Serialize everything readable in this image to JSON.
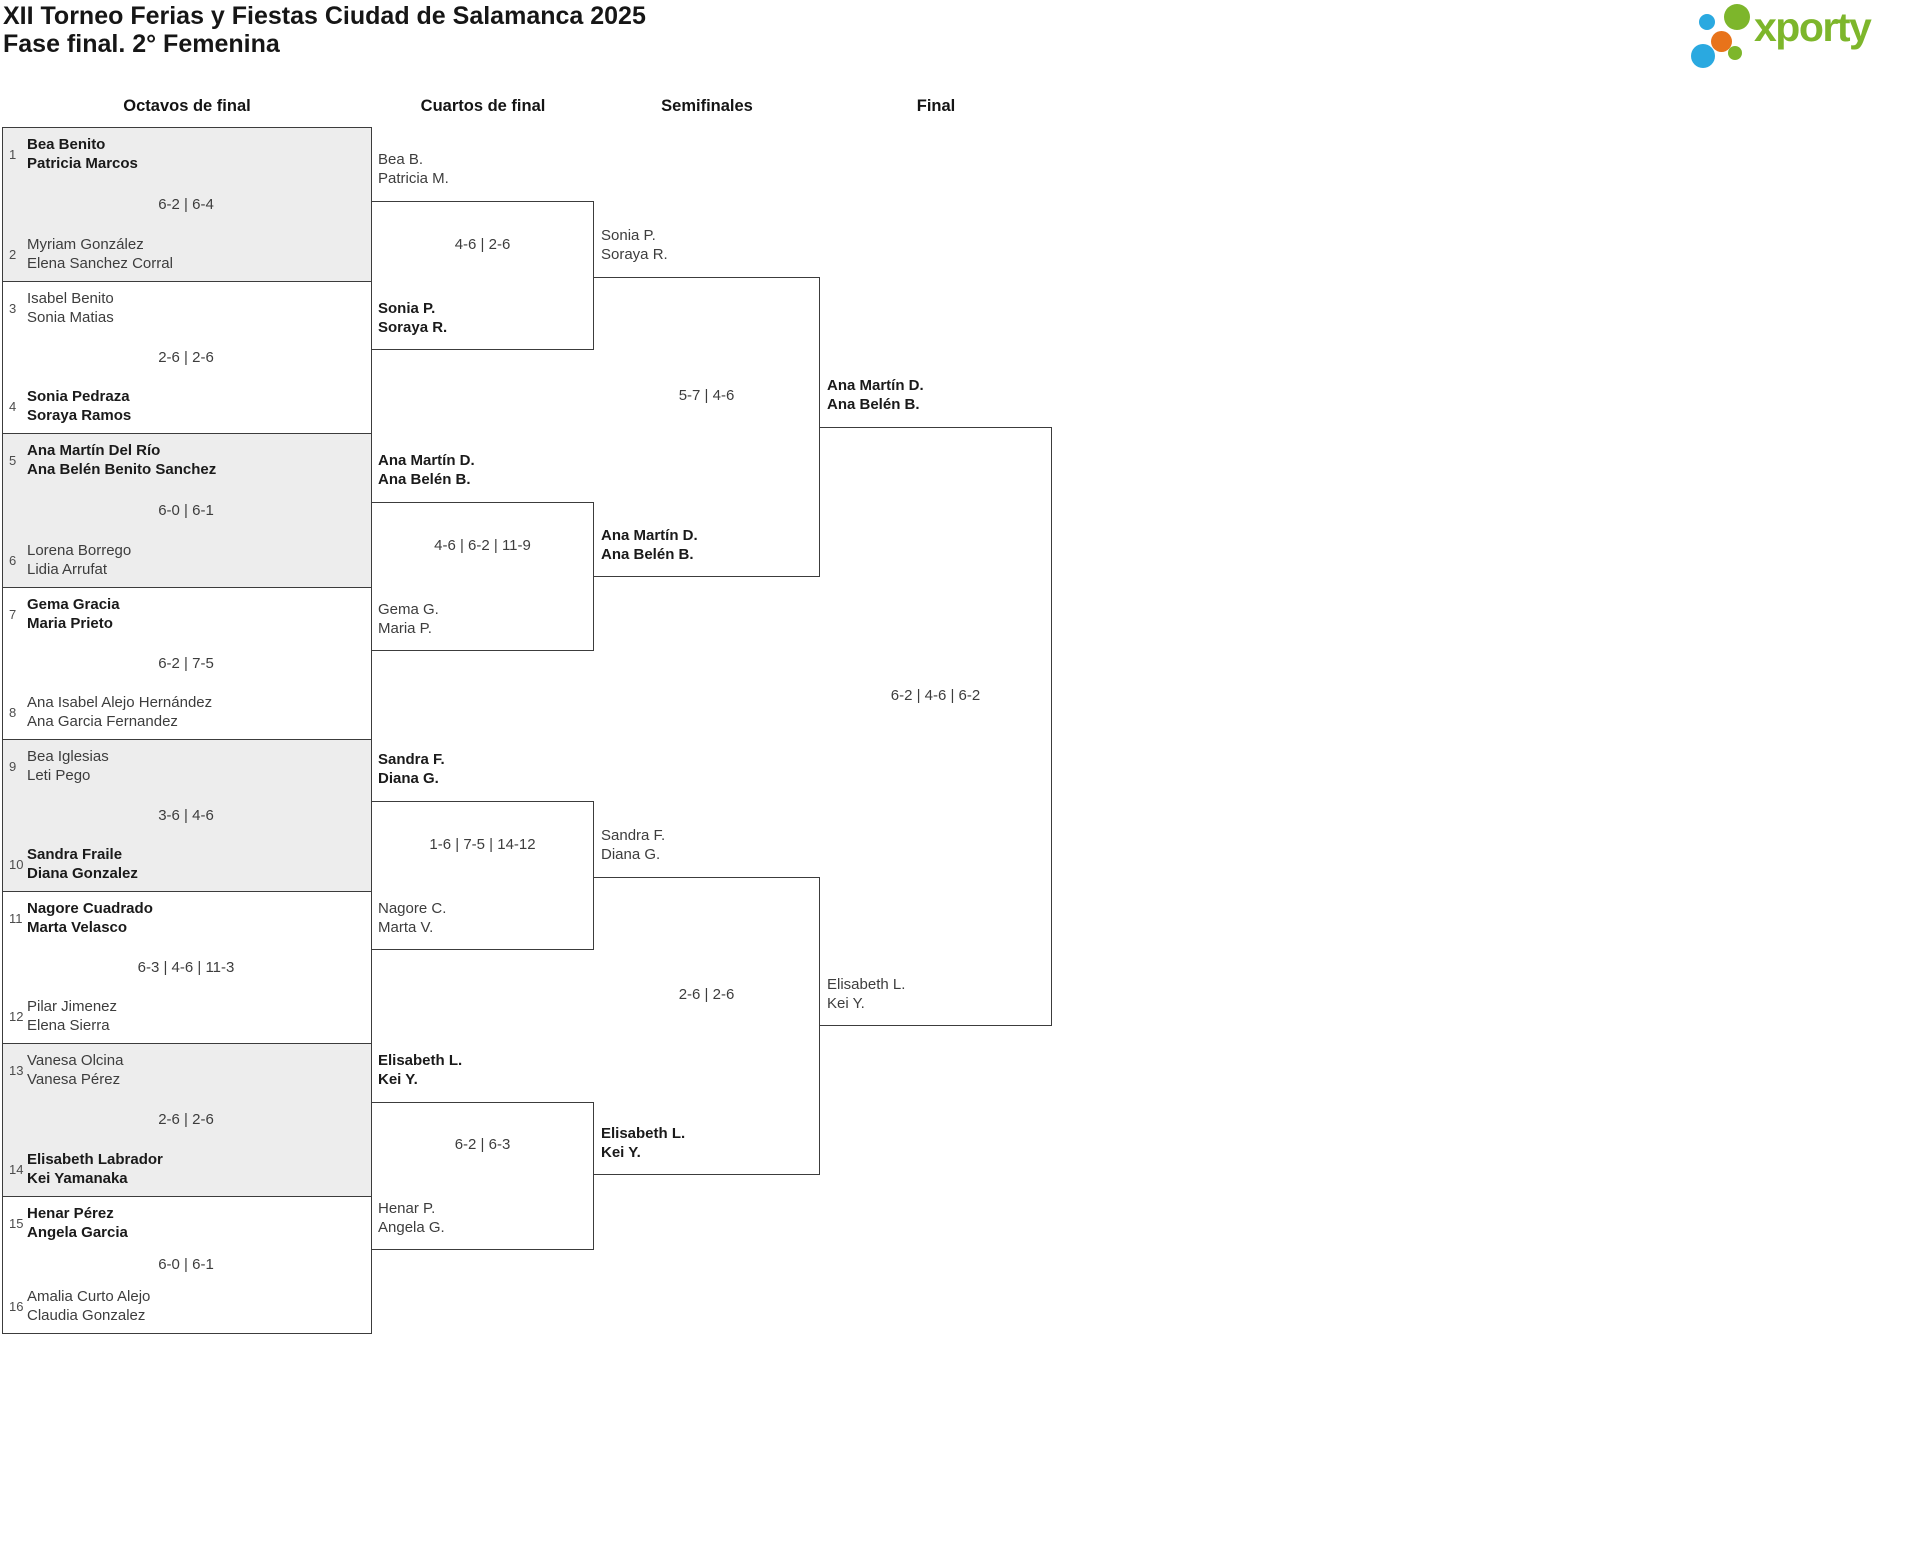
{
  "header": {
    "title": "XII Torneo Ferias y Fiestas Ciudad de Salamanca 2025",
    "subtitle": "Fase final. 2° Femenina"
  },
  "logo": {
    "brand": "xporty"
  },
  "colors": {
    "logo_green": "#7db62b",
    "logo_blue": "#2aa9e0",
    "logo_orange": "#e8731a",
    "box_gray": "#ededed",
    "line": "#3c3c3c"
  },
  "rounds": [
    "Octavos de final",
    "Cuartos de final",
    "Semifinales",
    "Final"
  ],
  "r16": [
    {
      "seed_top": "1",
      "top": [
        "Bea Benito",
        "Patricia Marcos"
      ],
      "top_winner": true,
      "score": "6-2 | 6-4",
      "seed_bottom": "2",
      "bottom": [
        "Myriam González",
        "Elena Sanchez Corral"
      ],
      "bottom_winner": false
    },
    {
      "seed_top": "3",
      "top": [
        "Isabel Benito",
        "Sonia Matias"
      ],
      "top_winner": false,
      "score": "2-6 | 2-6",
      "seed_bottom": "4",
      "bottom": [
        "Sonia Pedraza",
        "Soraya Ramos"
      ],
      "bottom_winner": true
    },
    {
      "seed_top": "5",
      "top": [
        "Ana Martín Del Río",
        "Ana Belén Benito Sanchez"
      ],
      "top_winner": true,
      "score": "6-0 | 6-1",
      "seed_bottom": "6",
      "bottom": [
        "Lorena Borrego",
        "Lidia Arrufat"
      ],
      "bottom_winner": false
    },
    {
      "seed_top": "7",
      "top": [
        "Gema Gracia",
        "Maria Prieto"
      ],
      "top_winner": true,
      "score": "6-2 | 7-5",
      "seed_bottom": "8",
      "bottom": [
        "Ana Isabel Alejo Hernández",
        "Ana Garcia Fernandez"
      ],
      "bottom_winner": false
    },
    {
      "seed_top": "9",
      "top": [
        "Bea Iglesias",
        "Leti Pego"
      ],
      "top_winner": false,
      "score": "3-6 | 4-6",
      "seed_bottom": "10",
      "bottom": [
        "Sandra Fraile",
        "Diana Gonzalez"
      ],
      "bottom_winner": true
    },
    {
      "seed_top": "11",
      "top": [
        "Nagore Cuadrado",
        "Marta Velasco"
      ],
      "top_winner": true,
      "score": "6-3 | 4-6 | 11-3",
      "seed_bottom": "12",
      "bottom": [
        "Pilar Jimenez",
        "Elena Sierra"
      ],
      "bottom_winner": false
    },
    {
      "seed_top": "13",
      "top": [
        "Vanesa Olcina",
        "Vanesa Pérez"
      ],
      "top_winner": false,
      "score": "2-6 | 2-6",
      "seed_bottom": "14",
      "bottom": [
        "Elisabeth Labrador",
        "Kei Yamanaka"
      ],
      "bottom_winner": true
    },
    {
      "seed_top": "15",
      "top": [
        "Henar Pérez",
        "Angela Garcia"
      ],
      "top_winner": true,
      "score": "6-0 | 6-1",
      "seed_bottom": "16",
      "bottom": [
        "Amalia Curto Alejo",
        "Claudia Gonzalez"
      ],
      "bottom_winner": false
    }
  ],
  "qf": [
    {
      "top": [
        "Bea B.",
        "Patricia M."
      ],
      "top_winner": false,
      "score": "4-6 | 2-6",
      "bottom": [
        "Sonia P.",
        "Soraya R."
      ],
      "bottom_winner": true
    },
    {
      "top": [
        "Ana Martín D.",
        "Ana Belén B."
      ],
      "top_winner": true,
      "score": "4-6 | 6-2 | 11-9",
      "bottom": [
        "Gema G.",
        "Maria P."
      ],
      "bottom_winner": false
    },
    {
      "top": [
        "Sandra F.",
        "Diana G."
      ],
      "top_winner": true,
      "score": "1-6 | 7-5 | 14-12",
      "bottom": [
        "Nagore C.",
        "Marta V."
      ],
      "bottom_winner": false
    },
    {
      "top": [
        "Elisabeth L.",
        "Kei Y."
      ],
      "top_winner": true,
      "score": "6-2 | 6-3",
      "bottom": [
        "Henar P.",
        "Angela G."
      ],
      "bottom_winner": false
    }
  ],
  "sf": [
    {
      "top": [
        "Sonia P.",
        "Soraya R."
      ],
      "top_winner": false,
      "score": "5-7 | 4-6",
      "bottom": [
        "Ana Martín D.",
        "Ana Belén B."
      ],
      "bottom_winner": true
    },
    {
      "top": [
        "Sandra F.",
        "Diana G."
      ],
      "top_winner": false,
      "score": "2-6 | 2-6",
      "bottom": [
        "Elisabeth L.",
        "Kei Y."
      ],
      "bottom_winner": true
    }
  ],
  "final": {
    "top": [
      "Ana Martín D.",
      "Ana Belén B."
    ],
    "top_winner": true,
    "score": "6-2 | 4-6 | 6-2",
    "bottom": [
      "Elisabeth L.",
      "Kei Y."
    ],
    "bottom_winner": false
  }
}
